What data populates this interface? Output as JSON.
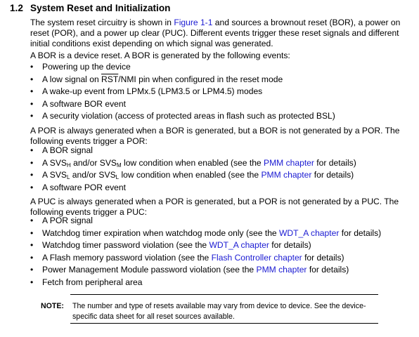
{
  "section": {
    "number": "1.2",
    "title": "System Reset and Initialization"
  },
  "intro": {
    "before_link": "The system reset circuitry is shown in ",
    "link": "Figure 1-1",
    "after_link": " and sources a brownout reset (BOR), a power on reset (POR), and a power up clear (PUC). Different events trigger these reset signals and different initial conditions exist depending on which signal was generated."
  },
  "bor": {
    "lead": "A BOR is a device reset. A BOR is generated by the following events:",
    "items": [
      "Powering up the device",
      "A low signal on RST/NMI pin when configured in the reset mode",
      "A wake-up event from LPMx.5 (LPM3.5 or LPM4.5) modes",
      "A software BOR event",
      "A security violation (access of protected areas in flash such as protected BSL)"
    ]
  },
  "por": {
    "lead": "A POR is always generated when a BOR is generated, but a BOR is not generated by a POR. The following events trigger a POR:",
    "item1": "A BOR signal",
    "svsh": {
      "a": "A SVS",
      "sub1": "H",
      "b": " and/or SVS",
      "sub2": "M",
      "c": " low condition when enabled (see the ",
      "link": "PMM chapter",
      "d": " for details)"
    },
    "svsl": {
      "a": "A SVS",
      "sub1": "L",
      "b": " and/or SVS",
      "sub2": "L",
      "c": " low condition when enabled (see the ",
      "link": "PMM chapter",
      "d": " for details)"
    },
    "item4": "A software POR event"
  },
  "puc": {
    "lead": "A PUC is always generated when a POR is generated, but a POR is not generated by a PUC. The following events trigger a PUC:",
    "item1": "A POR signal",
    "wdt_exp": {
      "a": "Watchdog timer expiration when watchdog mode only (see the ",
      "link": "WDT_A chapter",
      "b": " for details)"
    },
    "wdt_pw": {
      "a": "Watchdog timer password violation (see the ",
      "link": "WDT_A chapter",
      "b": " for details)"
    },
    "flash_pw": {
      "a": "A Flash memory password violation (see the ",
      "link": "Flash Controller chapter",
      "b": " for details)"
    },
    "pmm_pw": {
      "a": "Power Management Module password violation (see the ",
      "link": "PMM chapter",
      "b": " for details)"
    },
    "item6": "Fetch from peripheral area"
  },
  "bullet": "•",
  "note": {
    "label": "NOTE:",
    "text": "The number and type of resets available may vary from device to device. See the device-specific data sheet for all reset sources available."
  }
}
